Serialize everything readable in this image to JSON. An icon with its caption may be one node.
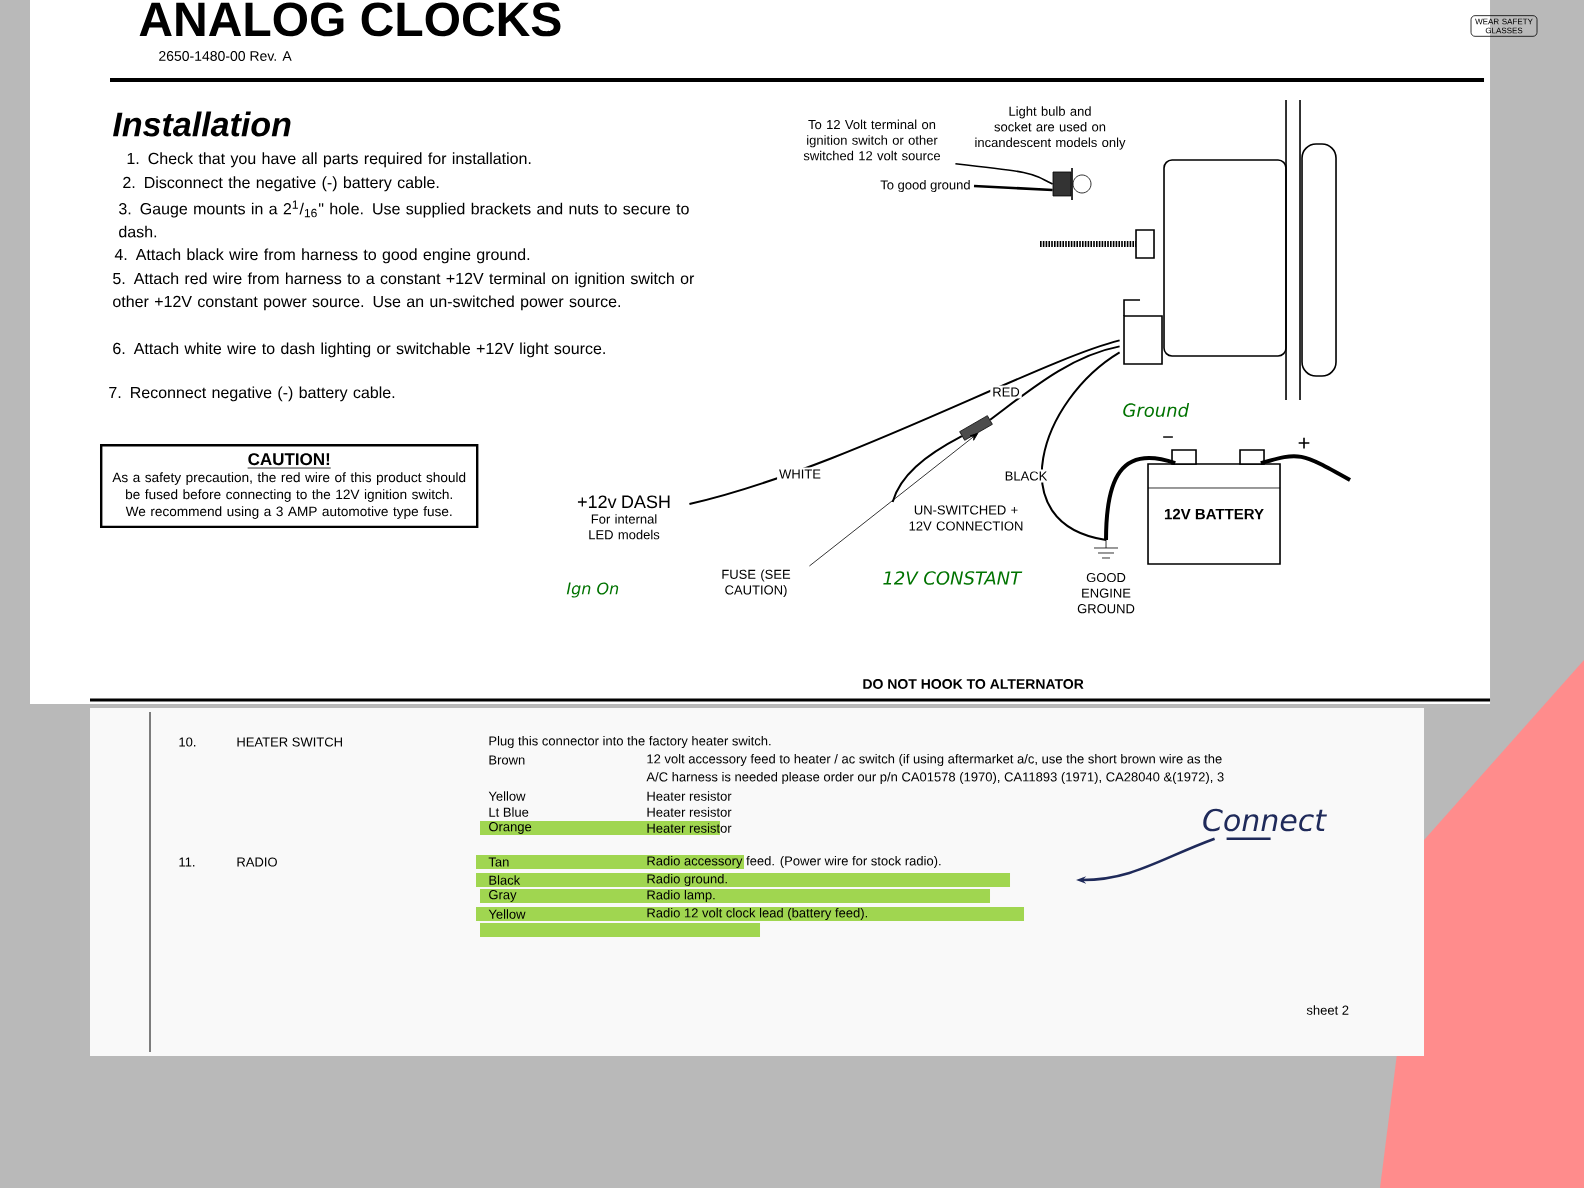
{
  "diagram": {
    "title": "ANALOG CLOCKS",
    "nodes": [
      {
        "text": [
          "CAUTION!",
          "As a safety precaution, the red wire of this product should be fused before connecting to the 12V ignition switch. We recommend using a 3 AMP automotive type fuse."
        ]
      },
      {
        "text": [
          "To 12 Volt terminal on ignition switch or other switched 12 volt source"
        ]
      },
      {
        "text": [
          "To good ground"
        ]
      },
      {
        "text": [],
        "shape": "picture"
      },
      {
        "text": [],
        "shape": "picture"
      },
      {
        "text": [],
        "shape": "picture"
      },
      {
        "text": [
          "+12v DASH",
          "For internal LED models"
        ]
      },
      {
        "text": [
          "FUSE (SEE CAUTION)"
        ]
      },
      {
        "text": [
          "UN-SWITCHED + 12V CONNECTION"
        ]
      },
      {
        "text": [
          "12V BATTERY"
        ]
      },
      {
        "text": [
          "GOOD ENGINE GROUND"
        ]
      },
      {
        "text": [
          "Connect"
        ]
      }
    ],
    "edges": [
      {
        "from": 4,
        "to": 6,
        "arrow": "none",
        "label": "WHITE"
      },
      {
        "from": 4,
        "to": 5,
        "arrow": "none",
        "label": "RED"
      },
      {
        "from": 5,
        "to": 8,
        "arrow": "none"
      },
      {
        "from": 4,
        "to": 10,
        "arrow": "none",
        "label": "BLACK"
      },
      {
        "from": 9,
        "to": 10,
        "arrow": "none"
      },
      {
        "from": 9,
        "to": null,
        "arrow": "none"
      },
      {
        "from": 7,
        "to": 5,
        "arrow": "to"
      },
      {
        "from": 3,
        "to": 1,
        "arrow": "none"
      },
      {
        "from": 3,
        "to": 2,
        "arrow": "none"
      },
      {
        "from": 11,
        "to": null,
        "arrow": "to",
        "color": "#1f2a5a"
      }
    ],
    "labels": [
      "WEAR SAFETY GLASSES",
      "2650-1480-00 Rev. A",
      "Installation",
      "1. Check that you have all parts required for installation.",
      "2. Disconnect the negative (-) battery cable.",
      "3. Gauge mounts in a 2$^{1}$/$_{16}$\" hole. Use supplied brackets and nuts to secure to dash.",
      "4. Attach black wire from harness to good engine ground.",
      "5. Attach red wire from harness to a constant +12V terminal on ignition switch or other +12V constant power source. Use an un-switched power source.",
      "6. Attach white wire to dash lighting or switchable +12V light source.",
      "7. Reconnect negative (-) battery cable.",
      "Ground",
      "−",
      "+",
      "Ign On",
      "12V CONSTANT",
      "DO NOT HOOK TO ALTERNATOR",
      "10.",
      "HEATER SWITCH",
      "Plug this connector into the factory heater switch.",
      "Brown",
      "12 volt accessory feed to heater / ac switch (if using aftermarket a/c, use the short brown wire as the",
      "A/C harness is needed please order our p/n CA01578 (1970), CA11893 (1971), CA28040 &(1972), 3",
      "Yellow",
      "Heater resistor",
      "Lt Blue",
      "Heater resistor",
      "Orange",
      "Heater resistor",
      "11.",
      "RADIO",
      "Tan",
      "Radio accessory feed. (Power wire for stock radio).",
      "Black",
      "Radio ground.",
      "Gray",
      "Radio lamp.",
      "Yellow",
      "Radio 12 volt clock lead (battery feed).",
      "sheet 2",
      "Light bulb and socket are used on incandescent models only"
    ]
  }
}
